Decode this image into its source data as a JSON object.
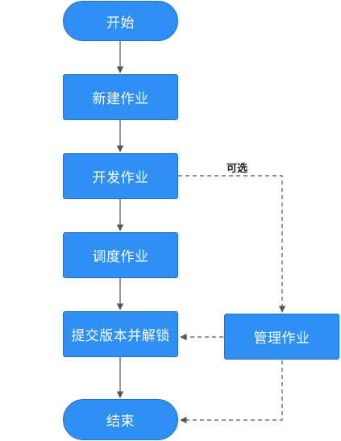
{
  "diagram": {
    "nodes": {
      "start": "开始",
      "create_job": "新建作业",
      "develop_job": "开发作业",
      "schedule_job": "调度作业",
      "submit_unlock": "提交版本并解锁",
      "manage_job": "管理作业",
      "end": "结束"
    },
    "edge_labels": {
      "optional": "可选"
    },
    "colors": {
      "node_fill": "#2f8ff3",
      "node_border": "#2a6fbf",
      "node_text": "#ffffff",
      "edge": "#555555"
    }
  }
}
